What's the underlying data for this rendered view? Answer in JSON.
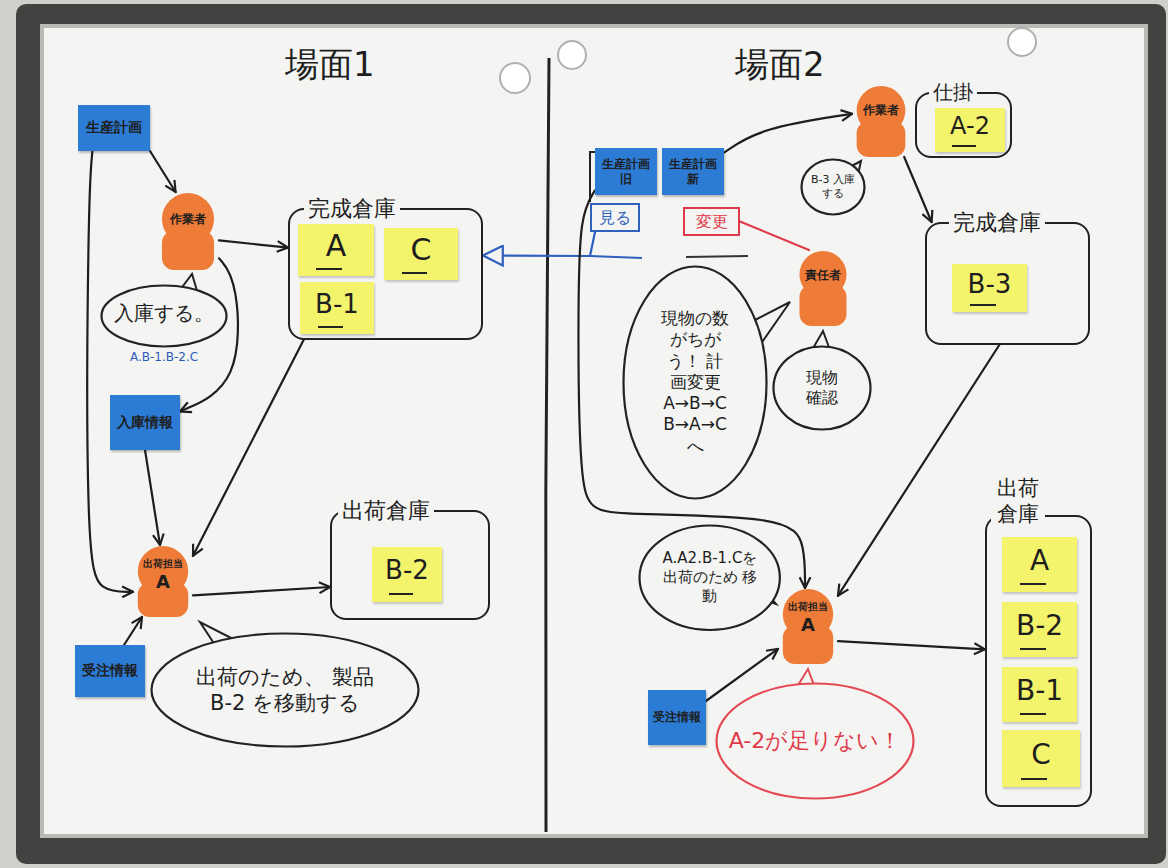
{
  "diagram": {
    "nodes": [
      {
        "text": [
          "生産計画"
        ]
      },
      {
        "text": [
          "作業者"
        ]
      },
      {
        "text": [
          "入庫する。",
          "A.B-1.B-2.C"
        ]
      },
      {
        "text": [
          "完成倉庫"
        ]
      },
      {
        "text": [
          "A"
        ],
        "in": 3
      },
      {
        "text": [
          "C"
        ],
        "in": 3
      },
      {
        "text": [
          "B-1"
        ],
        "in": 3
      },
      {
        "text": [
          "入庫情報"
        ]
      },
      {
        "text": [
          "出荷担当",
          "A"
        ]
      },
      {
        "text": [
          "出荷倉庫"
        ]
      },
      {
        "text": [
          "B-2"
        ],
        "in": 9
      },
      {
        "text": [
          "受注情報"
        ]
      },
      {
        "text": [
          "出荷のため、 製品 B-2 を移動する"
        ]
      },
      {
        "text": [
          "生産計画 旧"
        ]
      },
      {
        "text": [
          "生産計画 新"
        ]
      },
      {
        "text": [
          "見る"
        ]
      },
      {
        "text": [
          "変更"
        ]
      },
      {
        "text": [
          "作業者"
        ]
      },
      {
        "text": [
          "B-3 入庫する"
        ]
      },
      {
        "text": [
          "仕掛"
        ]
      },
      {
        "text": [
          "A-2"
        ],
        "in": 19
      },
      {
        "text": [
          "完成倉庫"
        ]
      },
      {
        "text": [
          "B-3"
        ],
        "in": 21
      },
      {
        "text": [
          "責任者"
        ]
      },
      {
        "text": [
          "現物の数がちがう！ 計画変更 A→B→C B→A→C へ"
        ]
      },
      {
        "text": [
          "現物確認"
        ]
      },
      {
        "text": [
          "A.A2.B-1.Cを 出荷のため 移動"
        ]
      },
      {
        "text": [
          "出荷担当",
          "A"
        ]
      },
      {
        "text": [
          "受注情報"
        ]
      },
      {
        "text": [
          "出荷倉庫"
        ]
      },
      {
        "text": [
          "A"
        ],
        "in": 29
      },
      {
        "text": [
          "B-2"
        ],
        "in": 29
      },
      {
        "text": [
          "B-1"
        ],
        "in": 29
      },
      {
        "text": [
          "C"
        ],
        "in": 29
      },
      {
        "text": [
          "A-2が足りない！"
        ]
      }
    ],
    "edges": [
      {
        "from": 0,
        "to": 1,
        "arrow": "to"
      },
      {
        "from": 1,
        "to": 3,
        "arrow": "to"
      },
      {
        "from": 1,
        "to": 7,
        "arrow": "to"
      },
      {
        "from": 7,
        "to": 8,
        "arrow": "to"
      },
      {
        "from": 0,
        "to": 8,
        "arrow": "to"
      },
      {
        "from": 3,
        "to": 8,
        "arrow": "to"
      },
      {
        "from": 8,
        "to": 9,
        "arrow": "to"
      },
      {
        "from": 11,
        "to": 8,
        "arrow": "to"
      },
      {
        "from": 14,
        "to": 17,
        "arrow": "to"
      },
      {
        "from": 17,
        "to": 21,
        "arrow": "to"
      },
      {
        "from": 15,
        "to": 3,
        "arrow": "to"
      },
      {
        "from": 23,
        "to": 16,
        "arrow": "none"
      },
      {
        "from": 13,
        "to": 27,
        "arrow": "to"
      },
      {
        "from": 21,
        "to": 27,
        "arrow": "to"
      },
      {
        "from": 27,
        "to": 29,
        "arrow": "to"
      },
      {
        "from": 28,
        "to": 27,
        "arrow": "to"
      }
    ],
    "labels": [
      "場面1",
      "場面2"
    ]
  }
}
